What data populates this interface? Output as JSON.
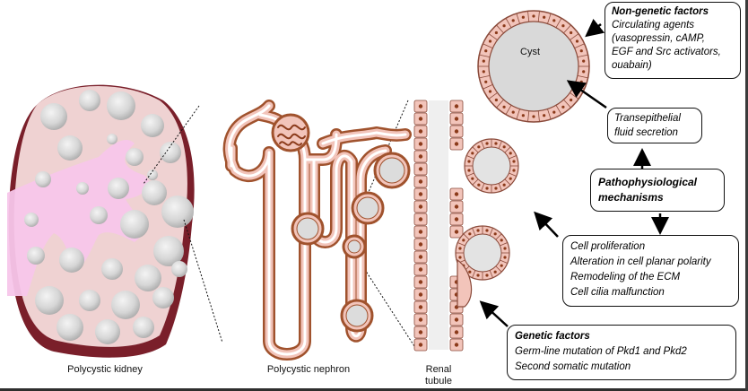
{
  "boxes": {
    "non_genetic": {
      "title": "Non-genetic factors",
      "lines": [
        "Circulating agents",
        "(vasopressin, cAMP,",
        "EGF and Src activators,",
        "ouabain)"
      ]
    },
    "transepithelial": {
      "lines": [
        "Transepithelial",
        "fluid secretion"
      ]
    },
    "pathophysiological": {
      "lines": [
        "Pathophysiological",
        "mechanisms"
      ]
    },
    "mechanisms_list": {
      "lines": [
        "Cell proliferation",
        "Alteration in cell planar polarity",
        "Remodeling of the ECM",
        "Cell cilia malfunction"
      ]
    },
    "genetic": {
      "title": "Genetic factors",
      "lines": [
        "Germ-line mutation of Pkd1 and Pkd2",
        "Second somatic mutation"
      ]
    }
  },
  "labels": {
    "cyst": "Cyst",
    "kidney": "Polycystic kidney",
    "nephron": "Polycystic nephron",
    "tubule_line1": "Renal",
    "tubule_line2": "tubule"
  },
  "colors": {
    "kidney_tissue": "#efd2d2",
    "kidney_capsule": "#7a1f2a",
    "pelvis": "#f7c6ea",
    "cyst_fill": "#d8d8d8",
    "cell_fill": "#f2c4ba",
    "cell_border": "#8a4a3a",
    "nephron_brown": "#a0522d",
    "nucleus": "#8b3a1a"
  }
}
